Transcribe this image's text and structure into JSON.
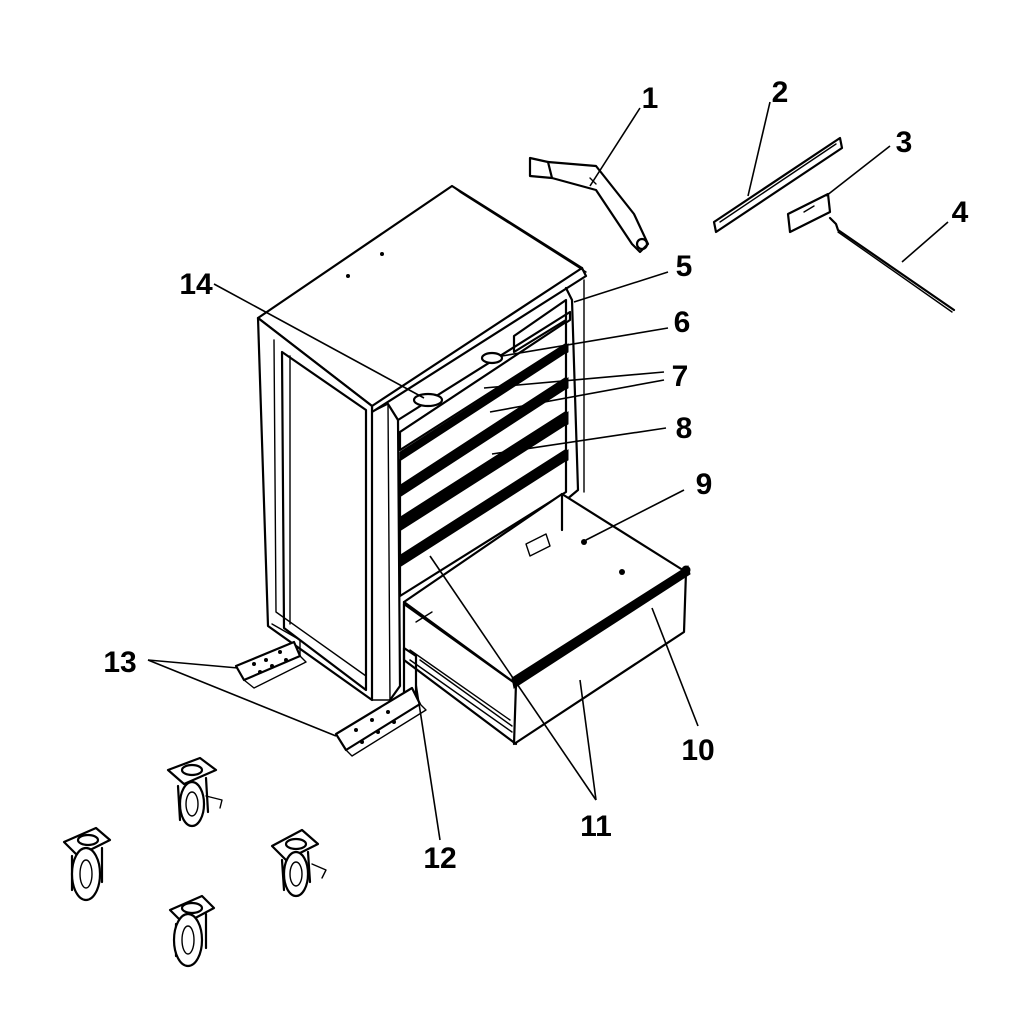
{
  "diagram": {
    "callouts": [
      {
        "id": "1",
        "label": "1"
      },
      {
        "id": "2",
        "label": "2"
      },
      {
        "id": "3",
        "label": "3"
      },
      {
        "id": "4",
        "label": "4"
      },
      {
        "id": "5",
        "label": "5"
      },
      {
        "id": "6",
        "label": "6"
      },
      {
        "id": "7",
        "label": "7"
      },
      {
        "id": "8",
        "label": "8"
      },
      {
        "id": "9",
        "label": "9"
      },
      {
        "id": "10",
        "label": "10"
      },
      {
        "id": "11",
        "label": "11"
      },
      {
        "id": "12",
        "label": "12"
      },
      {
        "id": "13",
        "label": "13"
      },
      {
        "id": "14",
        "label": "14"
      }
    ],
    "colors": {
      "line": "#000000",
      "background": "#ffffff"
    }
  }
}
